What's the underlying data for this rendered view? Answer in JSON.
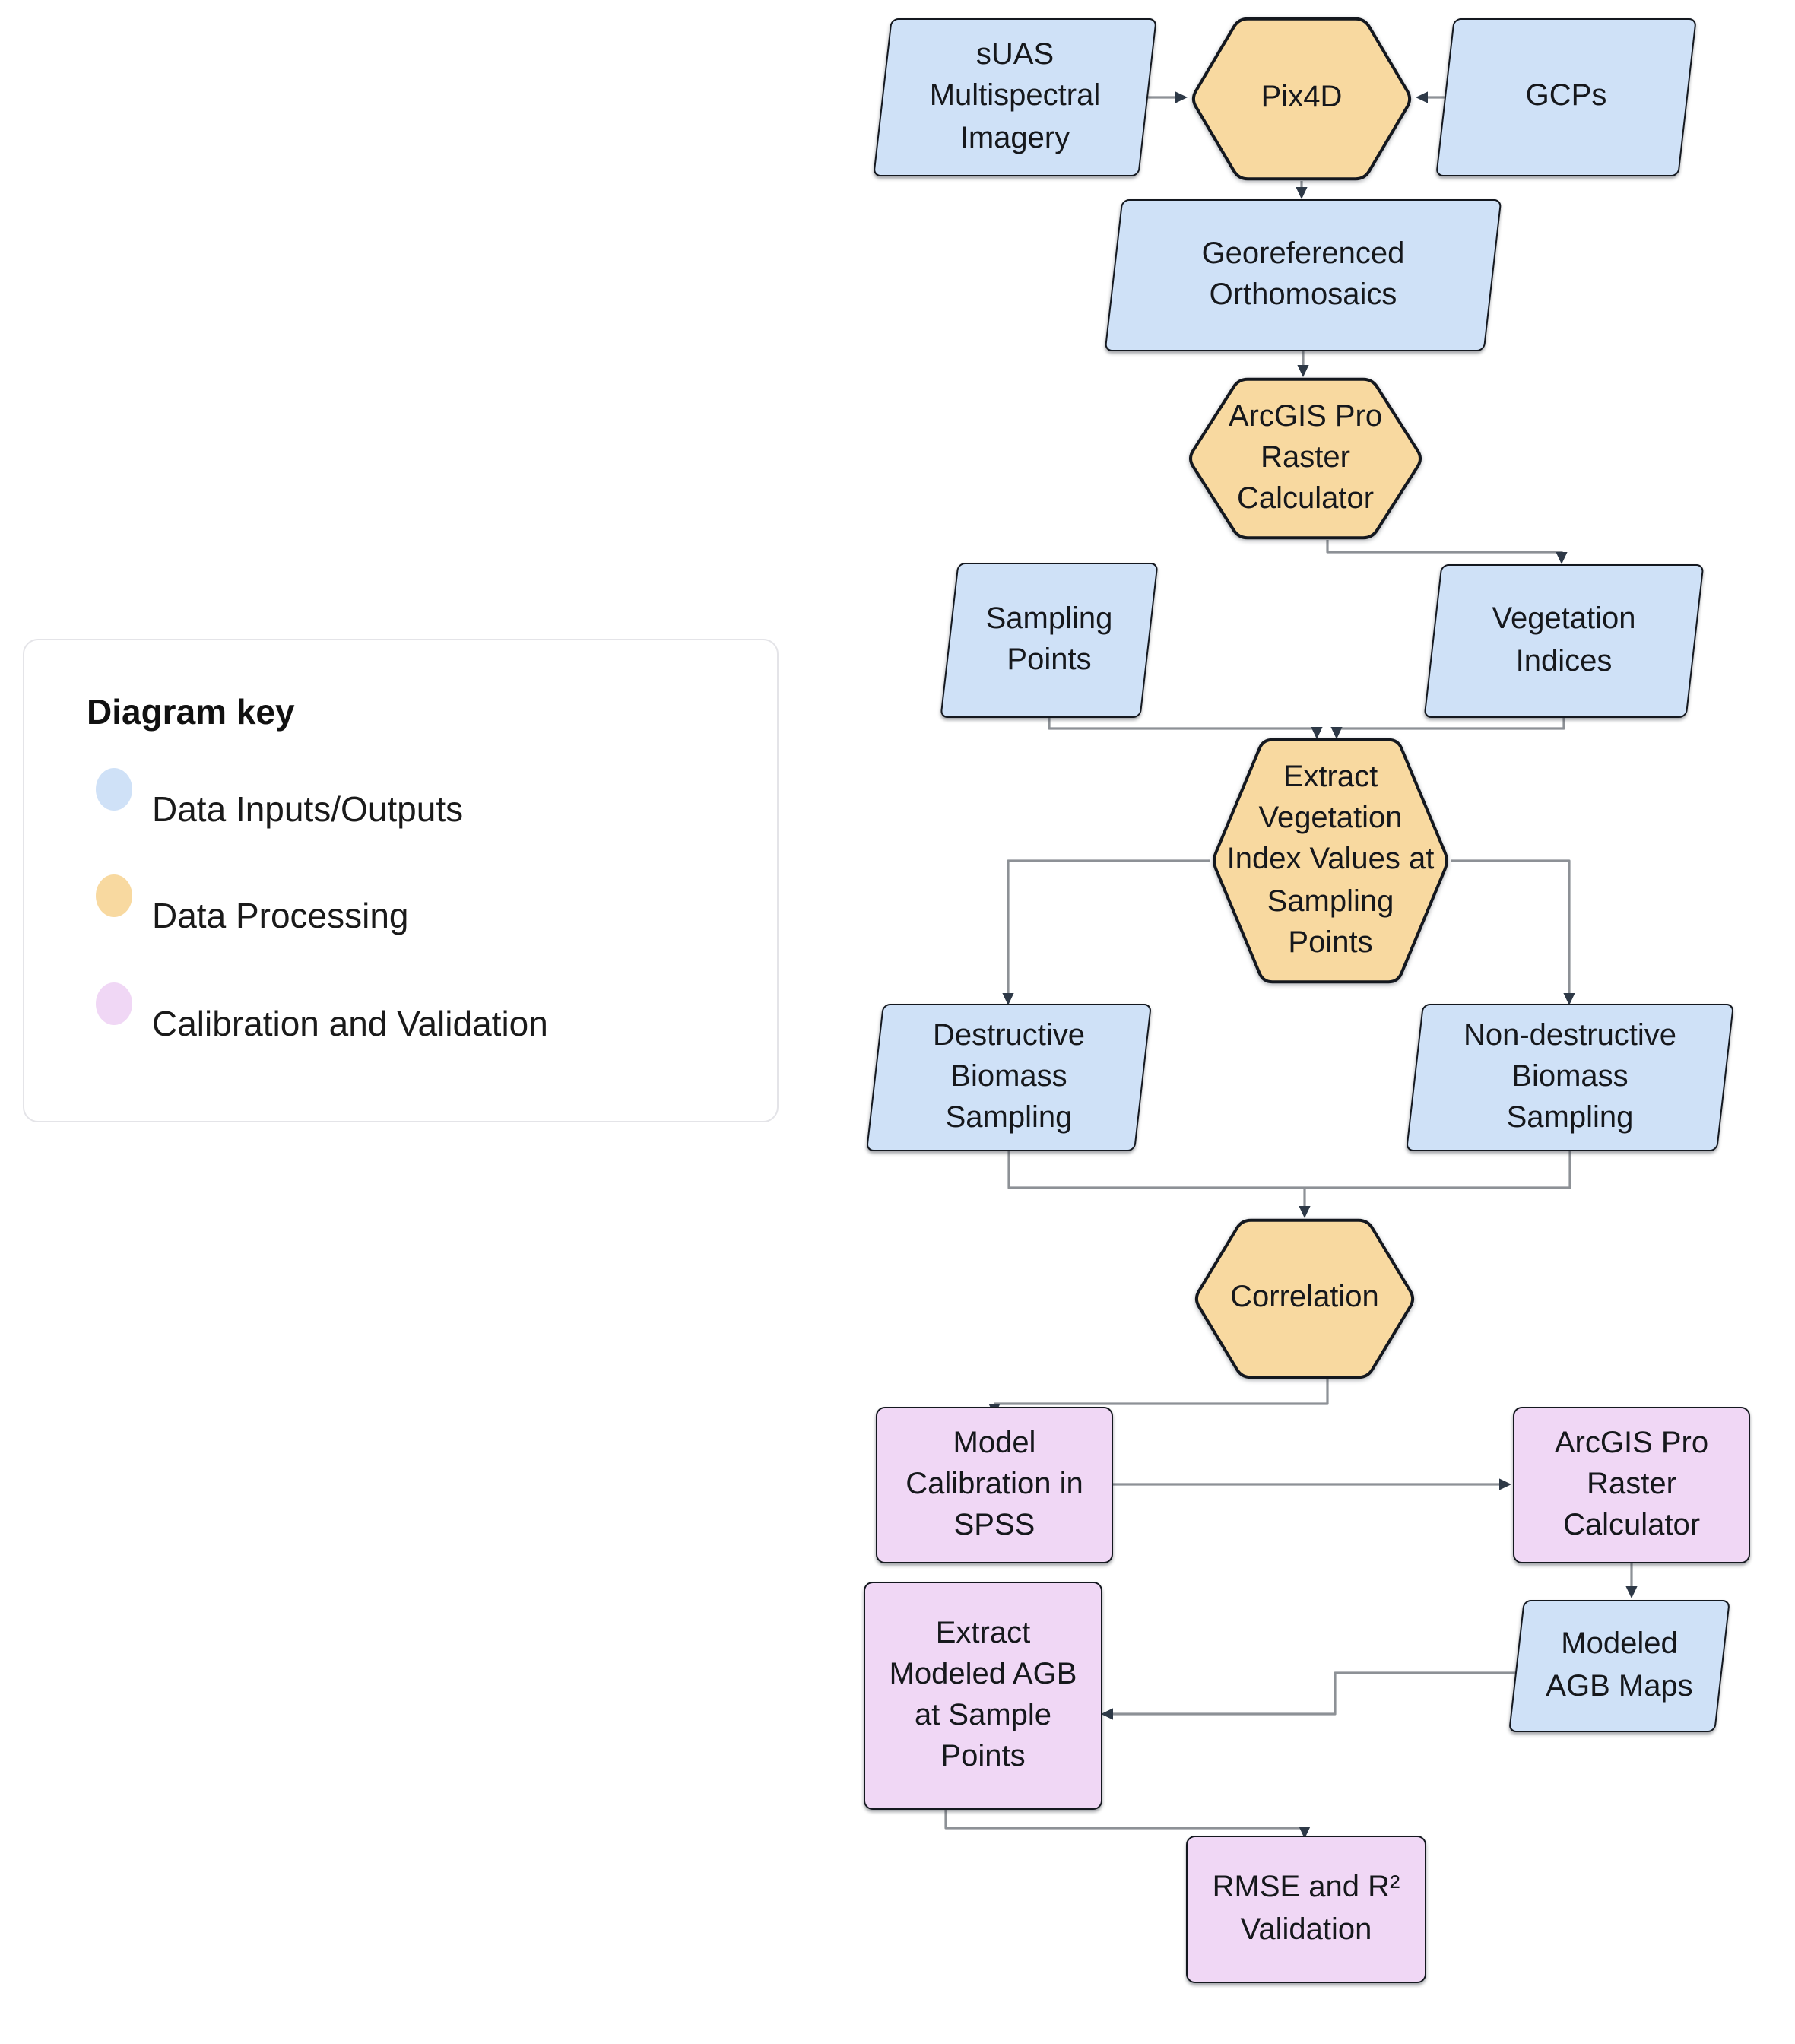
{
  "legend": {
    "title": "Diagram key",
    "items": [
      {
        "label": "Data Inputs/Outputs",
        "color": "#cfe1f7",
        "category": "data_io"
      },
      {
        "label": "Data Processing",
        "color": "#f8d9a0",
        "category": "processing"
      },
      {
        "label": "Calibration and Validation",
        "color": "#f0d7f5",
        "category": "calibration"
      }
    ]
  },
  "colors": {
    "data_io": "#cfe1f7",
    "processing": "#f8d9a0",
    "calibration": "#f0d7f5",
    "shape_stroke": "#14181f",
    "connector_line": "#8d9196",
    "arrowhead": "#2e3947"
  },
  "nodes": [
    {
      "id": "suas-multispectral-imagery",
      "label": "sUAS Multispectral Imagery",
      "shape": "parallelogram",
      "category": "data_io"
    },
    {
      "id": "pix4d",
      "label": "Pix4D",
      "shape": "hexagon",
      "category": "processing"
    },
    {
      "id": "gcps",
      "label": "GCPs",
      "shape": "parallelogram",
      "category": "data_io"
    },
    {
      "id": "georeferenced-orthomosaics",
      "label": "Georeferenced Orthomosaics",
      "shape": "parallelogram",
      "category": "data_io"
    },
    {
      "id": "arcgis-pro-raster-calculator",
      "label": "ArcGIS Pro Raster Calculator",
      "shape": "hexagon",
      "category": "processing"
    },
    {
      "id": "sampling-points",
      "label": "Sampling Points",
      "shape": "parallelogram",
      "category": "data_io"
    },
    {
      "id": "vegetation-indices",
      "label": "Vegetation Indices",
      "shape": "parallelogram",
      "category": "data_io"
    },
    {
      "id": "extract-vegetation-index-values",
      "label": "Extract Vegetation Index Values at Sampling Points",
      "shape": "hexagon",
      "category": "processing"
    },
    {
      "id": "destructive-biomass-sampling",
      "label": "Destructive Biomass Sampling",
      "shape": "parallelogram",
      "category": "data_io"
    },
    {
      "id": "non-destructive-biomass-sampling",
      "label": "Non-destructive Biomass Sampling",
      "shape": "parallelogram",
      "category": "data_io"
    },
    {
      "id": "correlation",
      "label": "Correlation",
      "shape": "hexagon",
      "category": "processing"
    },
    {
      "id": "model-calibration-in-spss",
      "label": "Model Calibration in SPSS",
      "shape": "rectangle",
      "category": "calibration"
    },
    {
      "id": "arcgis-pro-raster-calculator-2",
      "label": "ArcGIS Pro Raster Calculator",
      "shape": "rectangle",
      "category": "calibration"
    },
    {
      "id": "modeled-agb-maps",
      "label": "Modeled AGB Maps",
      "shape": "parallelogram",
      "category": "data_io"
    },
    {
      "id": "extract-modeled-agb-at-sample-points",
      "label": "Extract Modeled AGB at Sample Points",
      "shape": "rectangle",
      "category": "calibration"
    },
    {
      "id": "rmse-r2-validation",
      "label": "RMSE and R² Validation",
      "shape": "rectangle",
      "category": "calibration"
    }
  ],
  "edges": [
    {
      "from": "suas-multispectral-imagery",
      "to": "pix4d"
    },
    {
      "from": "gcps",
      "to": "pix4d"
    },
    {
      "from": "pix4d",
      "to": "georeferenced-orthomosaics"
    },
    {
      "from": "georeferenced-orthomosaics",
      "to": "arcgis-pro-raster-calculator"
    },
    {
      "from": "arcgis-pro-raster-calculator",
      "to": "vegetation-indices"
    },
    {
      "from": "sampling-points",
      "to": "extract-vegetation-index-values"
    },
    {
      "from": "vegetation-indices",
      "to": "extract-vegetation-index-values"
    },
    {
      "from": "extract-vegetation-index-values",
      "to": "destructive-biomass-sampling"
    },
    {
      "from": "extract-vegetation-index-values",
      "to": "non-destructive-biomass-sampling"
    },
    {
      "from": "destructive-biomass-sampling",
      "to": "correlation"
    },
    {
      "from": "non-destructive-biomass-sampling",
      "to": "correlation"
    },
    {
      "from": "correlation",
      "to": "model-calibration-in-spss"
    },
    {
      "from": "model-calibration-in-spss",
      "to": "arcgis-pro-raster-calculator-2"
    },
    {
      "from": "arcgis-pro-raster-calculator-2",
      "to": "modeled-agb-maps"
    },
    {
      "from": "modeled-agb-maps",
      "to": "extract-modeled-agb-at-sample-points"
    },
    {
      "from": "extract-modeled-agb-at-sample-points",
      "to": "rmse-r2-validation"
    }
  ]
}
